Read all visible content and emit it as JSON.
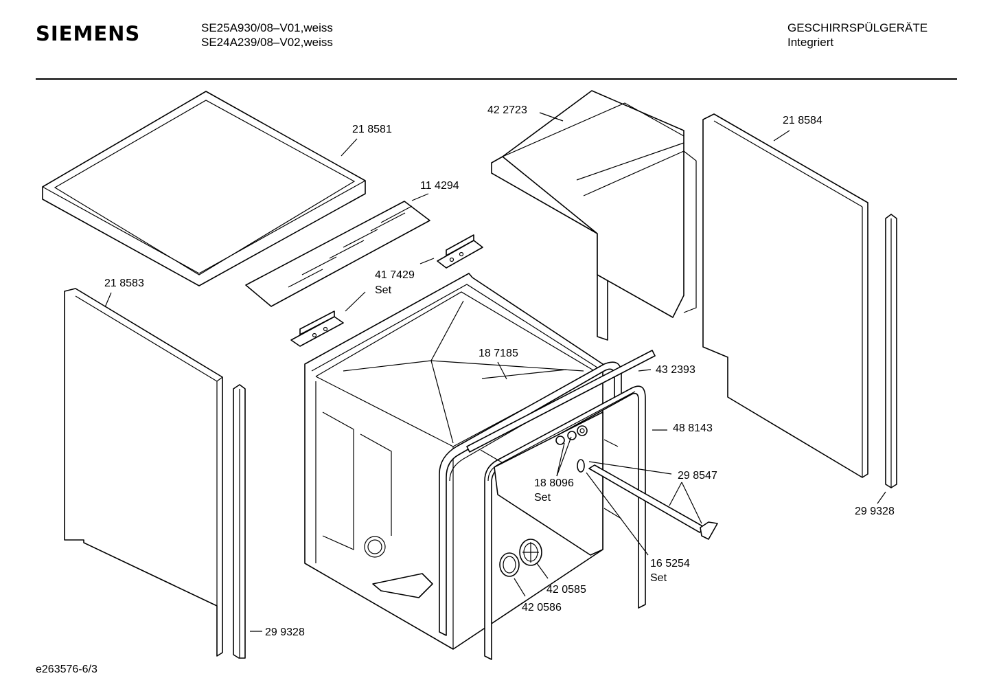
{
  "header": {
    "brand": "SIEMENS",
    "model_1": "SE25A930/08–V01,weiss",
    "model_2": "SE24A239/08–V02,weiss",
    "category": "GESCHIRRSPÜLGERÄTE",
    "subcategory": "Integriert"
  },
  "parts": [
    {
      "number": "21 8581"
    },
    {
      "number": "11 4294"
    },
    {
      "number": "41 7429",
      "note": "Set"
    },
    {
      "number": "21 8583"
    },
    {
      "number": "42 2723"
    },
    {
      "number": "21 8584"
    },
    {
      "number": "18 7185"
    },
    {
      "number": "43 2393"
    },
    {
      "number": "48 8143"
    },
    {
      "number": "29 8547"
    },
    {
      "number": "18 8096",
      "note": "Set"
    },
    {
      "number": "29 9328"
    },
    {
      "number": "16 5254",
      "note": "Set"
    },
    {
      "number": "42 0585"
    },
    {
      "number": "42 0586"
    },
    {
      "number": "29 9328"
    }
  ],
  "footer": {
    "doc_code": "e263576-6/3"
  }
}
